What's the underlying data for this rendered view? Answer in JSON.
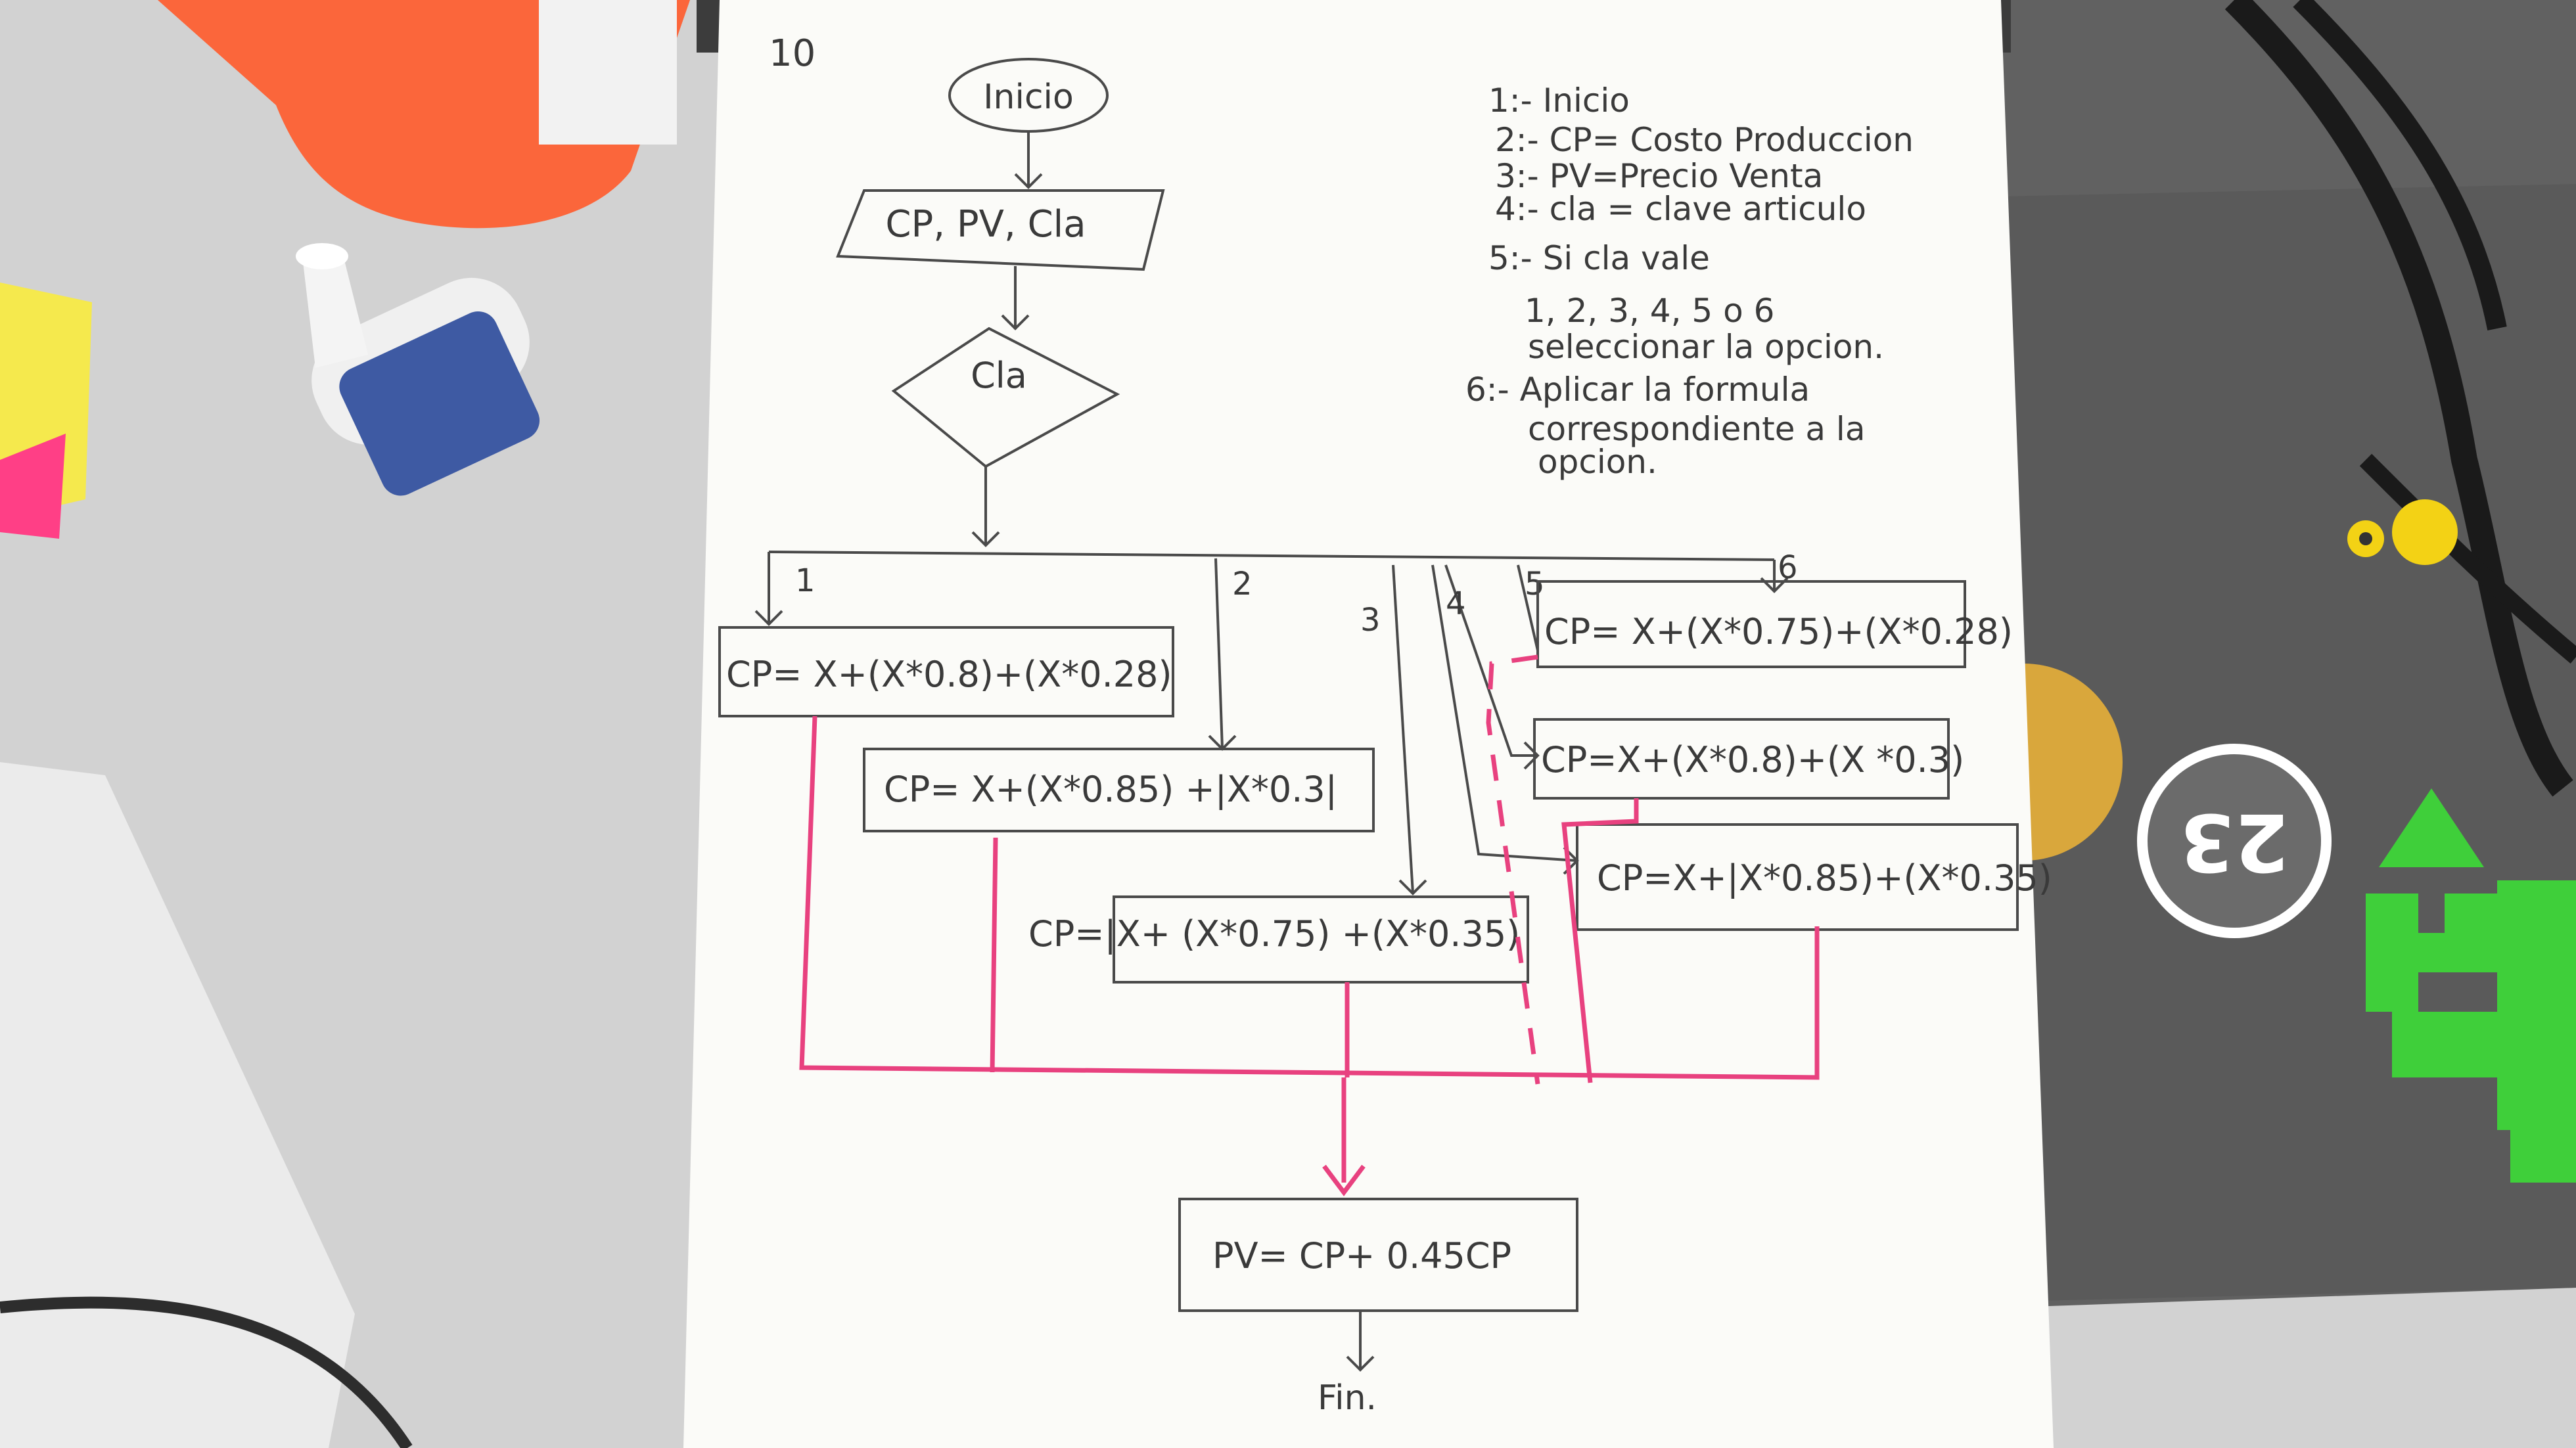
{
  "page_number": "10",
  "flowchart": {
    "start": "Inicio",
    "input": "CP, PV, Cla",
    "decision": "Cla",
    "branches": [
      {
        "label": "1",
        "formula": "CP= X+(X*0.8)+(X*0.28)"
      },
      {
        "label": "2",
        "formula": "CP= X+(X*0.85) +|X*0.3|"
      },
      {
        "label": "3",
        "formula": "CP=|X+ (X*0.75) +(X*0.35)"
      },
      {
        "label": "4",
        "formula": "CP=X+(X*0.8)+(X *0.3)"
      },
      {
        "label": "5",
        "formula": "CP= X+(X*0.75)+(X*0.28)"
      },
      {
        "label": "6",
        "formula": "CP=X+|X*0.85)+(X*0.35)"
      }
    ],
    "result": "PV= CP+ 0.45CP",
    "end": "Fin."
  },
  "notes": [
    "1:- Inicio",
    "2:- CP= Costo Produccion",
    "3:- PV=Precio Venta",
    "4:- cla = clave articulo",
    "5:- Si cla vale",
    "1, 2, 3, 4, 5 o 6",
    "seleccionar la opcion.",
    "6:- Aplicar la formula",
    "correspondiente a la",
    "opcion."
  ],
  "sticker": "23",
  "colors": {
    "paper": "#fbfbf8",
    "desk": "#cfcfcf",
    "laptop": "#646464",
    "pencil": "#4a4a4a",
    "marker": "#e8417f",
    "cup": "#ff5a2a",
    "gold_circle": "#d9a73c",
    "green_sticker": "#3fcf3a"
  }
}
